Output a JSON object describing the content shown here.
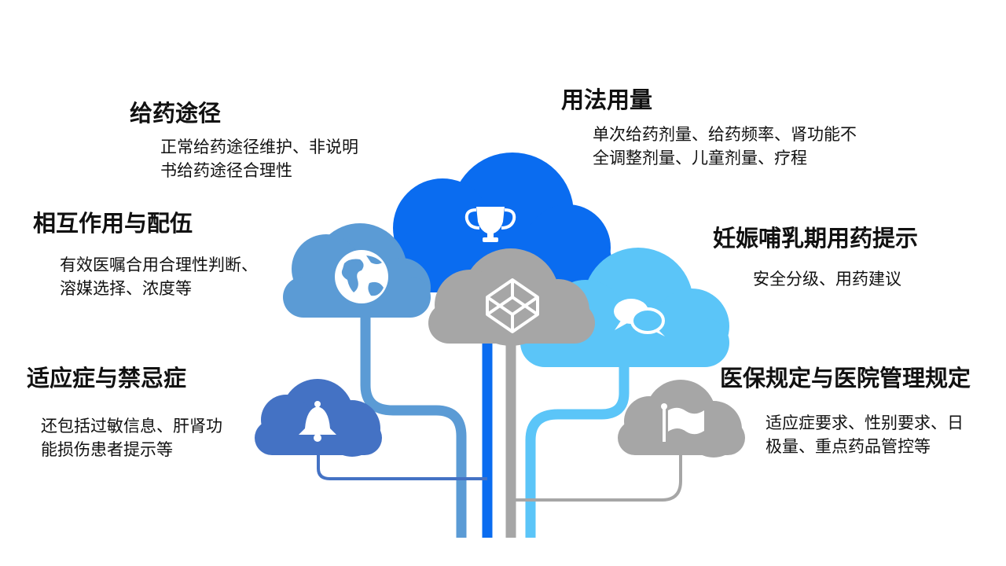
{
  "topics": {
    "route": {
      "title": "给药途径",
      "desc": [
        "正常给药途径维护、非说明",
        "书给药途径合理性"
      ]
    },
    "interaction": {
      "title": "相互作用与配伍",
      "desc": [
        "有效医嘱合用合理性判断、",
        "溶媒选择、浓度等"
      ]
    },
    "indication": {
      "title": "适应症与禁忌症",
      "desc": [
        "还包括过敏信息、肝肾功",
        "能损伤患者提示等"
      ]
    },
    "dosage": {
      "title": "用法用量",
      "desc": [
        "单次给药剂量、给药频率、肾功能不",
        "全调整剂量、儿童剂量、疗程"
      ]
    },
    "pregnancy": {
      "title": "妊娠哺乳期用药提示",
      "desc": [
        "安全分级、用药建议"
      ]
    },
    "insurance": {
      "title": "医保规定与医院管理规定",
      "desc": [
        "适应症要求、性别要求、日",
        "极量、重点药品管控等"
      ]
    }
  },
  "colors": {
    "dark_blue": "#0A6CF0",
    "mid_blue": "#5B9BD5",
    "light_blue": "#5BC5F8",
    "navy": "#4472C4",
    "gray": "#A6A6A6"
  },
  "icons": {
    "trophy": "trophy-icon",
    "globe": "globe-icon",
    "codepen": "codepen-icon",
    "chat": "chat-bubbles-icon",
    "bell": "bell-icon",
    "flag": "flag-icon"
  }
}
